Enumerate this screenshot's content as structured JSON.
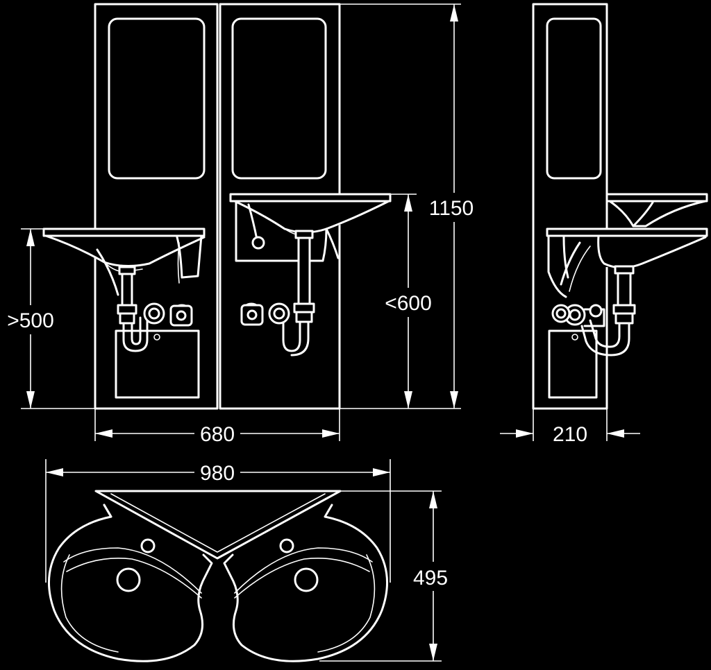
{
  "dimensions": {
    "height_total": "1150",
    "height_basin_right": "<600",
    "height_basin_left": ">500",
    "width_front": "680",
    "depth_side": "210",
    "width_plan": "980",
    "depth_plan": "495"
  },
  "colors": {
    "background": "#000000",
    "line": "#ffffff"
  }
}
